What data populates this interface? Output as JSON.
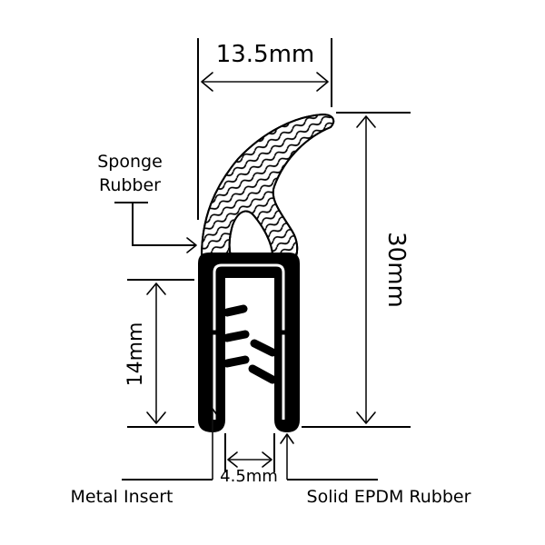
{
  "diagram": {
    "title": "Edge trim seal profile with sponge rubber bulb",
    "dimensions": {
      "overall_width": "13.5mm",
      "overall_height": "30mm",
      "channel_depth": "14mm",
      "channel_gap": "4.5mm"
    },
    "labels": {
      "sponge_rubber_line1": "Sponge",
      "sponge_rubber_line2": "Rubber",
      "metal_insert": "Metal Insert",
      "solid_epdm": "Solid EPDM Rubber"
    },
    "colors": {
      "ink": "#000000",
      "background": "#ffffff"
    }
  }
}
